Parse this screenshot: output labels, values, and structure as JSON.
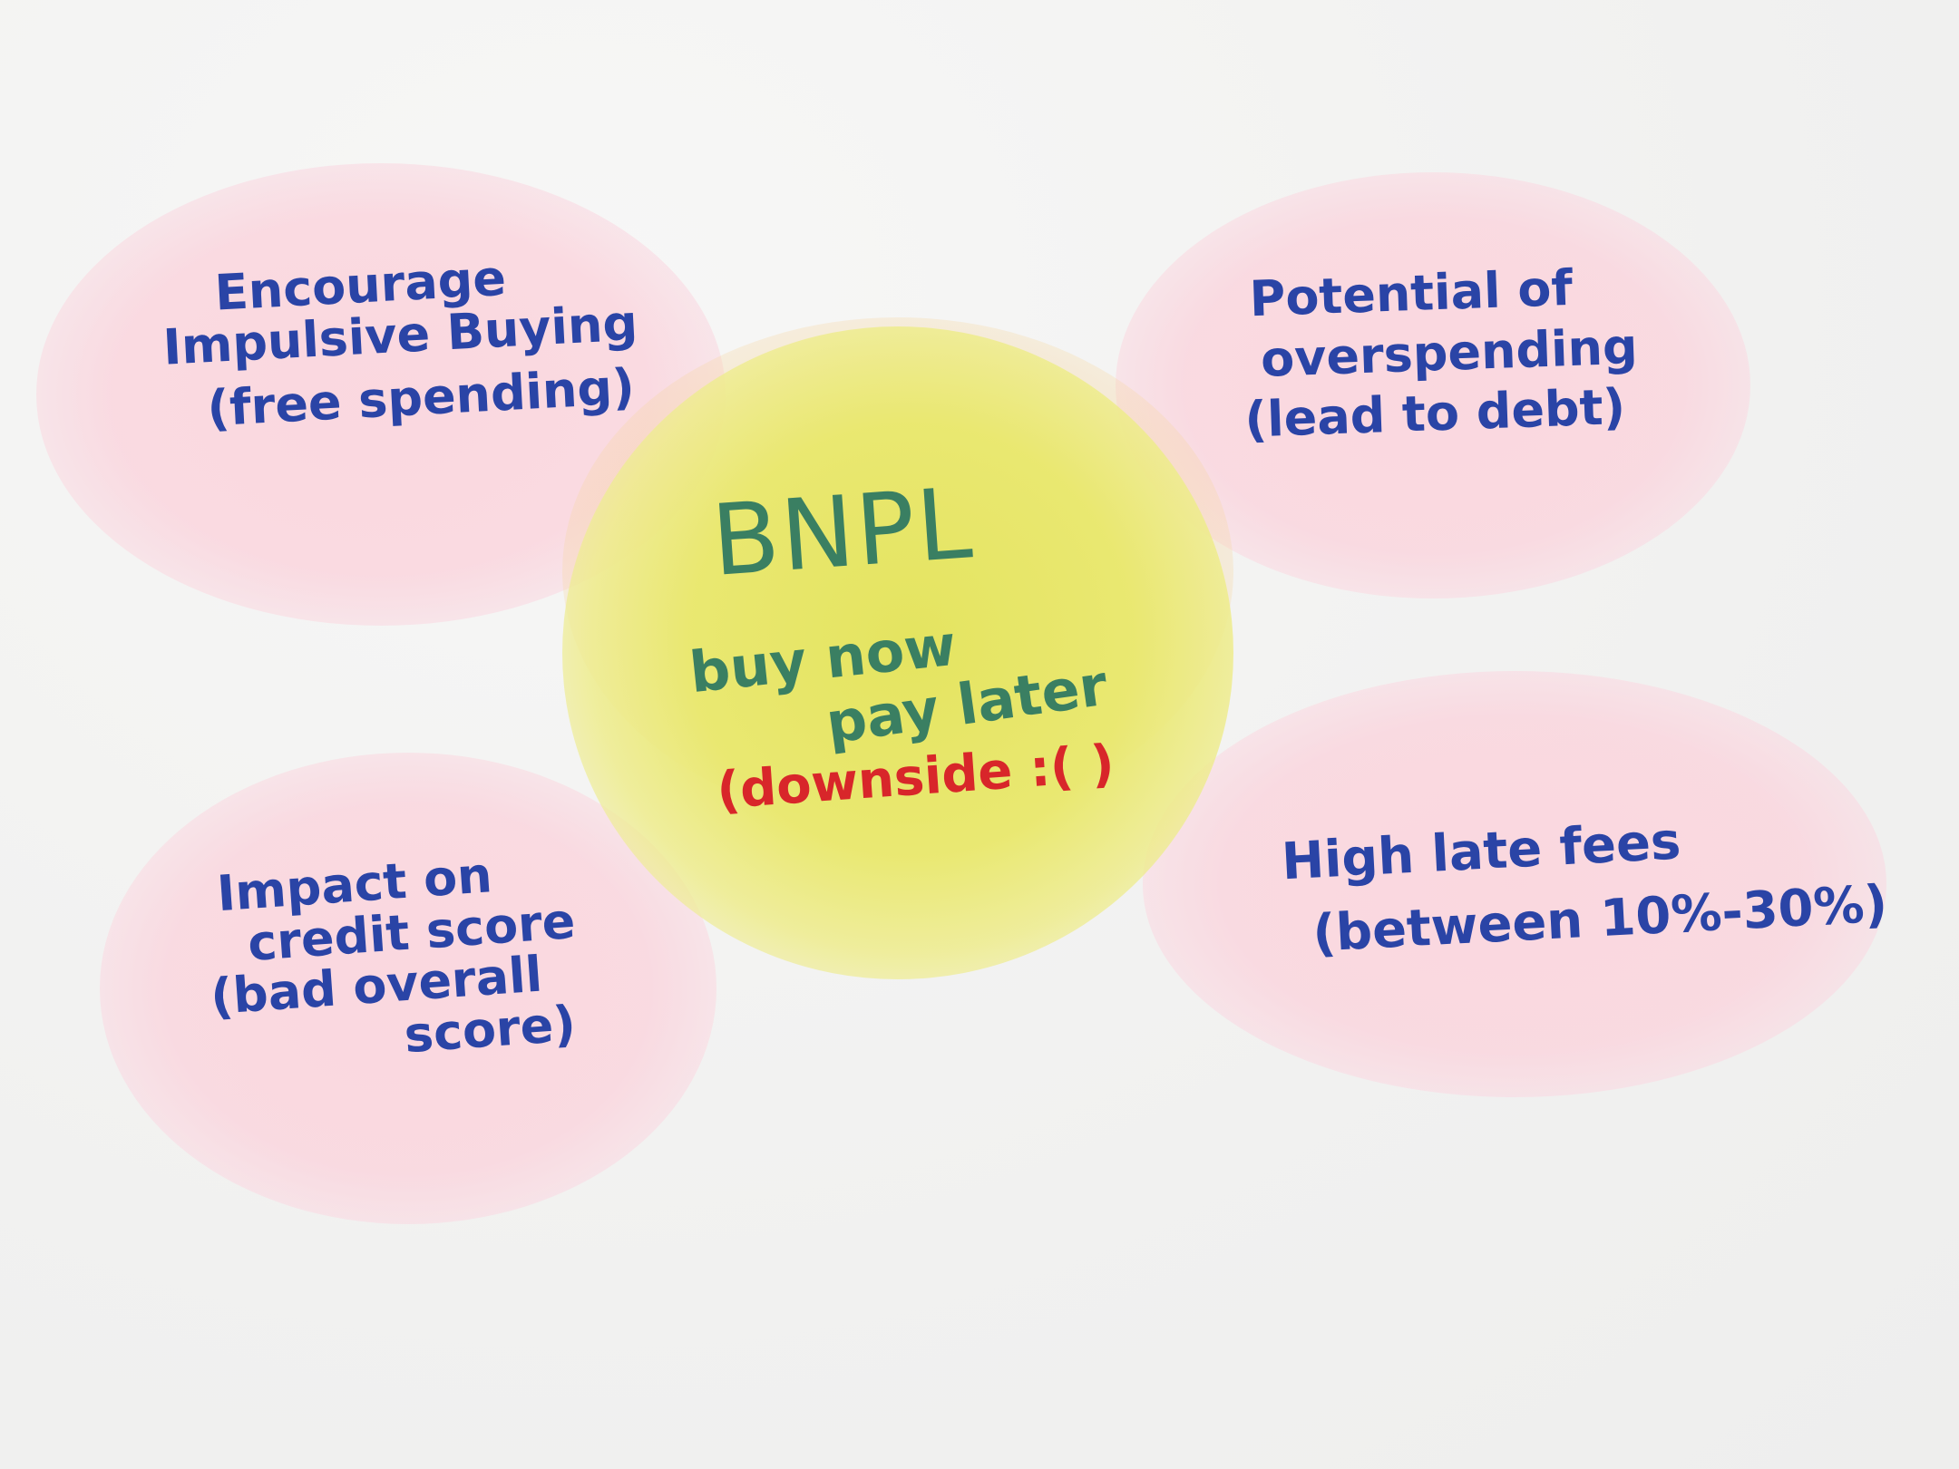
{
  "center": {
    "title": "BNPL",
    "line1": "buy now",
    "line2": "pay later",
    "note": "(downside :( )"
  },
  "nodes": [
    {
      "lines": [
        "Encourage",
        "Impulsive Buying",
        "(free spending)"
      ]
    },
    {
      "lines": [
        "Potential of",
        "overspending",
        "(lead to debt)"
      ]
    },
    {
      "lines": [
        "Impact on",
        "credit score",
        "(bad overall",
        "score)"
      ]
    },
    {
      "lines": [
        "High late fees",
        "(between 10%-30%)"
      ]
    }
  ],
  "colors": {
    "node_text": "#2a44a6",
    "center_text": "#3a7f62",
    "downside_text": "#d8262a",
    "node_bubble": "#fad6de",
    "center_bubble": "#e6e660"
  }
}
